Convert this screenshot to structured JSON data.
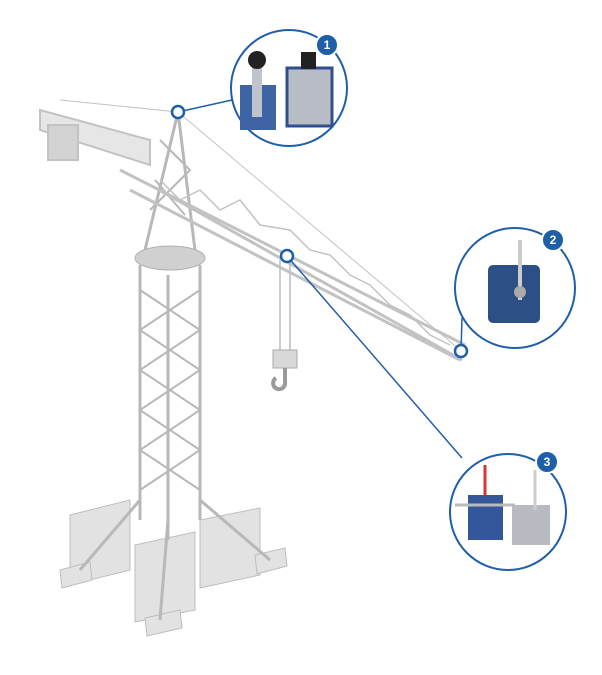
{
  "callouts": [
    {
      "number": "1",
      "label_icon": "limit-switch-pair-icon"
    },
    {
      "number": "2",
      "label_icon": "rotary-limit-switch-icon"
    },
    {
      "number": "3",
      "label_icon": "lever-limit-switch-pair-icon"
    }
  ],
  "colors": {
    "accent": "#1f5fa8",
    "structure": "#d6d6d6",
    "structure_dark": "#b5b5b5"
  }
}
